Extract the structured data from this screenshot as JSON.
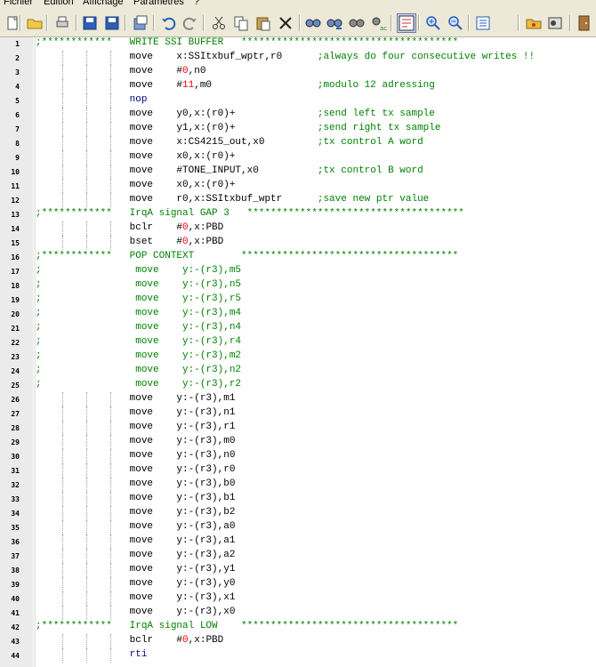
{
  "menu": [
    "Fichier",
    "Edition",
    "Affichage",
    "Parametres",
    "?"
  ],
  "toolbar": [
    "new",
    "open",
    "print",
    "save",
    "save-all",
    "save-as",
    "undo",
    "redo",
    "cut",
    "copy",
    "paste",
    "delete",
    "find",
    "find-next",
    "find-prev",
    "replace",
    "wrap",
    "zoom-in",
    "zoom-out",
    "list",
    "folder",
    "run",
    "exit"
  ],
  "lines": [
    {
      "n": "1",
      "t": ";************   WRITE SSI BUFFER   *************************************"
    },
    {
      "n": "2",
      "t": "                move    x:SSItxbuf_wptr,r0      ;always do four consecutive writes !!"
    },
    {
      "n": "3",
      "t": "                move    #0,n0"
    },
    {
      "n": "4",
      "t": "                move    #11,m0                  ;modulo 12 adressing"
    },
    {
      "n": "5",
      "t": "                nop"
    },
    {
      "n": "6",
      "t": "                move    y0,x:(r0)+              ;send left tx sample"
    },
    {
      "n": "7",
      "t": "                move    y1,x:(r0)+              ;send right tx sample"
    },
    {
      "n": "8",
      "t": "                move    x:CS4215_out,x0         ;tx control A word"
    },
    {
      "n": "9",
      "t": "                move    x0,x:(r0)+"
    },
    {
      "n": "10",
      "t": "                move    #TONE_INPUT,x0          ;tx control B word"
    },
    {
      "n": "11",
      "t": "                move    x0,x:(r0)+"
    },
    {
      "n": "12",
      "t": "                move    r0,x:SSItxbuf_wptr      ;save new ptr value"
    },
    {
      "n": "13",
      "t": ";************   IrqA signal GAP 3   *************************************"
    },
    {
      "n": "14",
      "t": "                bclr    #0,x:PBD"
    },
    {
      "n": "15",
      "t": "                bset    #0,x:PBD"
    },
    {
      "n": "16",
      "t": ";************   POP CONTEXT        *************************************"
    },
    {
      "n": "17",
      "t": ";                move    y:-(r3),m5"
    },
    {
      "n": "18",
      "t": ";                move    y:-(r3),n5"
    },
    {
      "n": "19",
      "t": ";                move    y:-(r3),r5"
    },
    {
      "n": "20",
      "t": ";                move    y:-(r3),m4"
    },
    {
      "n": "21",
      "t": ";                move    y:-(r3),n4"
    },
    {
      "n": "22",
      "t": ";                move    y:-(r3),r4"
    },
    {
      "n": "23",
      "t": ";                move    y:-(r3),m2"
    },
    {
      "n": "24",
      "t": ";                move    y:-(r3),n2"
    },
    {
      "n": "25",
      "t": ";                move    y:-(r3),r2"
    },
    {
      "n": "26",
      "t": "                move    y:-(r3),m1"
    },
    {
      "n": "27",
      "t": "                move    y:-(r3),n1"
    },
    {
      "n": "28",
      "t": "                move    y:-(r3),r1"
    },
    {
      "n": "29",
      "t": "                move    y:-(r3),m0"
    },
    {
      "n": "30",
      "t": "                move    y:-(r3),n0"
    },
    {
      "n": "31",
      "t": "                move    y:-(r3),r0"
    },
    {
      "n": "32",
      "t": "                move    y:-(r3),b0"
    },
    {
      "n": "33",
      "t": "                move    y:-(r3),b1"
    },
    {
      "n": "34",
      "t": "                move    y:-(r3),b2"
    },
    {
      "n": "35",
      "t": "                move    y:-(r3),a0"
    },
    {
      "n": "36",
      "t": "                move    y:-(r3),a1"
    },
    {
      "n": "37",
      "t": "                move    y:-(r3),a2"
    },
    {
      "n": "38",
      "t": "                move    y:-(r3),y1"
    },
    {
      "n": "39",
      "t": "                move    y:-(r3),y0"
    },
    {
      "n": "40",
      "t": "                move    y:-(r3),x1"
    },
    {
      "n": "41",
      "t": "                move    y:-(r3),x0"
    },
    {
      "n": "42",
      "t": ";************   IrqA signal LOW    *************************************"
    },
    {
      "n": "43",
      "t": "                bclr    #0,x:PBD"
    },
    {
      "n": "44",
      "t": "                rti"
    }
  ]
}
